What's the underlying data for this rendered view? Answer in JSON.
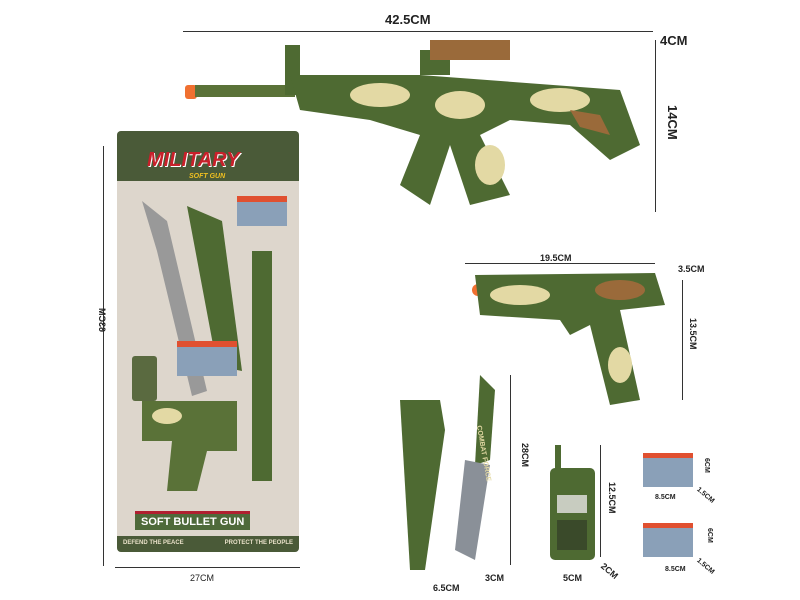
{
  "rifle": {
    "length": "42.5CM",
    "width": "4CM",
    "height": "14CM"
  },
  "pistol": {
    "length": "19.5CM",
    "width": "3.5CM",
    "height": "13.5CM"
  },
  "knife": {
    "length": "28CM",
    "width": "6.5CM",
    "thickness": "3CM",
    "blade_text": "COMBAT FORCE"
  },
  "walkie_talkie": {
    "height": "12.5CM",
    "width": "5CM",
    "depth": "2CM"
  },
  "darts": [
    {
      "width": "8.5CM",
      "depth": "1.5CM",
      "height": "6CM"
    },
    {
      "width": "8.5CM",
      "depth": "1.5CM",
      "height": "6CM"
    }
  ],
  "package": {
    "height": "63CM",
    "width": "27CM",
    "logo": "MILITARY",
    "subtitle": "SOFT GUN",
    "product_name": "SOFT BULLET GUN",
    "footer_left": "DEFEND THE PEACE",
    "footer_right": "PROTECT THE PEOPLE"
  },
  "colors": {
    "camo_dark": "#4e6a32",
    "camo_tan": "#e3d9a4",
    "camo_brown": "#9a6a3a",
    "tip": "#f07030"
  }
}
